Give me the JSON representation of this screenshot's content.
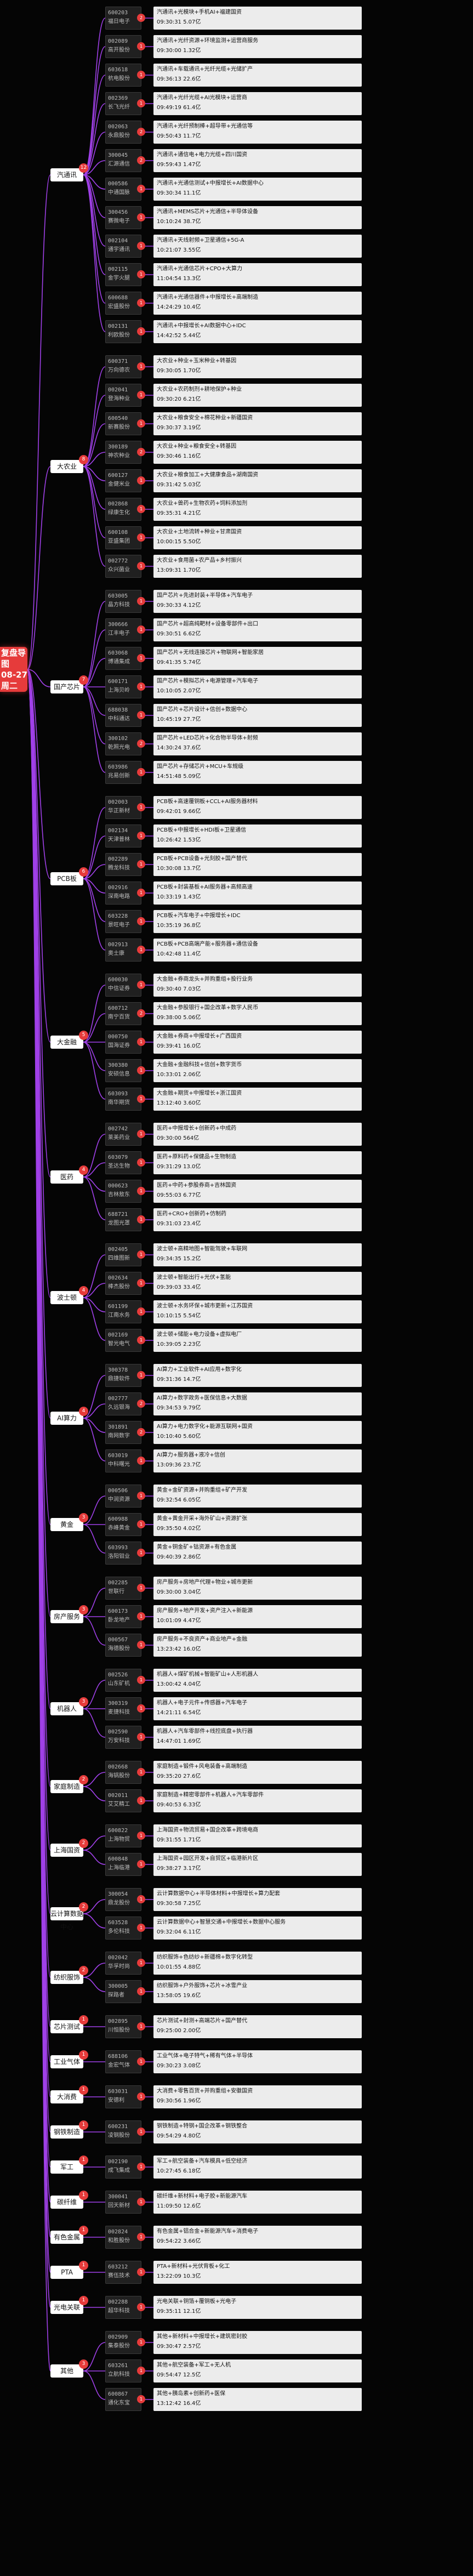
{
  "root": {
    "line1": "复盘导图",
    "line2": "08-27",
    "line3": "周二"
  },
  "categories": [
    {
      "name": "汽通讯",
      "count": "12",
      "stocks": [
        {
          "code": "600203",
          "name": "福日电子",
          "days": "2",
          "concept": "汽通讯+光模块+手机AI+福建国资",
          "meta": "09:30:31 5.07亿"
        },
        {
          "code": "002089",
          "name": "高开股份",
          "days": "1",
          "concept": "汽通讯+光纤资源+环境监测+运营商服务",
          "meta": "09:30:00 1.32亿"
        },
        {
          "code": "603618",
          "name": "杭电股份",
          "days": "1",
          "concept": "汽通讯+车载通讯+光纤光缆+光储扩产",
          "meta": "09:36:13 22.6亿"
        },
        {
          "code": "002369",
          "name": "长飞光纤",
          "days": "1",
          "concept": "汽通讯+光纤光缆+AI光模块+运营商",
          "meta": "09:49:19 61.4亿"
        },
        {
          "code": "002063",
          "name": "永鼎股份",
          "days": "2",
          "concept": "汽通讯+光纤预制棒+超导带+光通信等",
          "meta": "09:50:43 11.7亿"
        },
        {
          "code": "300045",
          "name": "汇源通信",
          "days": "2",
          "concept": "汽通讯+通信电+电力光缆+四川国资",
          "meta": "09:59:43 1.47亿"
        },
        {
          "code": "000586",
          "name": "中通国脉",
          "days": "1",
          "concept": "汽通讯+光通信测试+中报增长+AI数据中心",
          "meta": "09:30:34 11.1亿"
        },
        {
          "code": "300456",
          "name": "赛微电子",
          "days": "1",
          "concept": "汽通讯+MEMS芯片+光通信+半导体设备",
          "meta": "10:10:24 38.7亿"
        },
        {
          "code": "002104",
          "name": "通宇通讯",
          "days": "1",
          "concept": "汽通讯+天线射频+卫星通信+5G-A",
          "meta": "10:21:07 3.55亿"
        },
        {
          "code": "002115",
          "name": "金宇火腿",
          "days": "1",
          "concept": "汽通讯+光通信芯片+CPO+大算力",
          "meta": "11:04:54 13.3亿"
        },
        {
          "code": "600688",
          "name": "宏盛股份",
          "days": "1",
          "concept": "汽通讯+光通信器件+中报增长+高端制造",
          "meta": "14:24:29 10.4亿"
        },
        {
          "code": "002131",
          "name": "利欧股份",
          "days": "1",
          "concept": "汽通讯+中报增长+AI数据中心+IDC",
          "meta": "14:42:52 5.44亿"
        }
      ]
    },
    {
      "name": "大农业",
      "count": "8",
      "stocks": [
        {
          "code": "600371",
          "name": "万向德农",
          "days": "1",
          "concept": "大农业+种业+玉米种业+转基因",
          "meta": "09:30:05 1.70亿"
        },
        {
          "code": "002041",
          "name": "登海种业",
          "days": "1",
          "concept": "大农业+农药制剂+耕地保护+种业",
          "meta": "09:30:20 6.21亿"
        },
        {
          "code": "600540",
          "name": "新赛股份",
          "days": "1",
          "concept": "大农业+粮食安全+棉花种业+新疆国资",
          "meta": "09:30:37 3.19亿"
        },
        {
          "code": "300189",
          "name": "神农种业",
          "days": "2",
          "concept": "大农业+种业+粮食安全+转基因",
          "meta": "09:30:46 1.16亿"
        },
        {
          "code": "600127",
          "name": "金健米业",
          "days": "1",
          "concept": "大农业+粮食加工+大健康食品+湖南国资",
          "meta": "09:31:42 5.03亿"
        },
        {
          "code": "002868",
          "name": "绿康生化",
          "days": "1",
          "concept": "大农业+兽药+生物农药+饲料添加剂",
          "meta": "09:35:31 4.21亿"
        },
        {
          "code": "600108",
          "name": "亚盛集团",
          "days": "1",
          "concept": "大农业+土地流转+种业+甘肃国资",
          "meta": "10:00:15 5.50亿"
        },
        {
          "code": "002772",
          "name": "众兴菌业",
          "days": "1",
          "concept": "大农业+食用菌+农产品+乡村振兴",
          "meta": "13:09:31 1.70亿"
        }
      ]
    },
    {
      "name": "国产芯片",
      "count": "7",
      "stocks": [
        {
          "code": "603005",
          "name": "晶方科技",
          "days": "1",
          "concept": "国产芯片+先进封装+半导体+汽车电子",
          "meta": "09:30:33 4.12亿"
        },
        {
          "code": "300666",
          "name": "江丰电子",
          "days": "1",
          "concept": "国产芯片+超高纯靶材+设备零部件+出口",
          "meta": "09:30:51 6.62亿"
        },
        {
          "code": "603068",
          "name": "博通集成",
          "days": "1",
          "concept": "国产芯片+无线连接芯片+物联网+智能家居",
          "meta": "09:41:35 5.74亿"
        },
        {
          "code": "600171",
          "name": "上海贝岭",
          "days": "1",
          "concept": "国产芯片+模拟芯片+电源管理+汽车电子",
          "meta": "10:10:05 2.07亿"
        },
        {
          "code": "688038",
          "name": "中科通达",
          "days": "1",
          "concept": "国产芯片+芯片设计+信创+数据中心",
          "meta": "10:45:19 27.7亿"
        },
        {
          "code": "300102",
          "name": "乾照光电",
          "days": "2",
          "concept": "国产芯片+LED芯片+化合物半导体+射频",
          "meta": "14:30:24 37.6亿"
        },
        {
          "code": "603986",
          "name": "兆易创新",
          "days": "1",
          "concept": "国产芯片+存储芯片+MCU+车规级",
          "meta": "14:51:48 5.09亿"
        }
      ]
    },
    {
      "name": "PCB板",
      "count": "6",
      "stocks": [
        {
          "code": "002003",
          "name": "华正新材",
          "days": "1",
          "concept": "PCB板+高速覆铜板+CCL+AI服务器材料",
          "meta": "09:42:01 9.66亿"
        },
        {
          "code": "002134",
          "name": "天津普林",
          "days": "1",
          "concept": "PCB板+中报增长+HDI板+卫星通信",
          "meta": "10:26:42 1.53亿"
        },
        {
          "code": "002289",
          "name": "腾龙科技",
          "days": "1",
          "concept": "PCB板+PCB设备+光刻胶+国产替代",
          "meta": "10:30:08 13.7亿"
        },
        {
          "code": "002916",
          "name": "深南电路",
          "days": "1",
          "concept": "PCB板+封装基板+AI服务器+高频高速",
          "meta": "10:33:19 1.43亿"
        },
        {
          "code": "603228",
          "name": "景旺电子",
          "days": "1",
          "concept": "PCB板+汽车电子+中报增长+IDC",
          "meta": "10:35:19 36.8亿"
        },
        {
          "code": "002913",
          "name": "奥士康",
          "days": "1",
          "concept": "PCB板+PCB高端产能+服务器+通信设备",
          "meta": "10:42:48 11.4亿"
        }
      ]
    },
    {
      "name": "大金融",
      "count": "5",
      "stocks": [
        {
          "code": "600030",
          "name": "中信证券",
          "days": "1",
          "concept": "大金融+券商龙头+并购重组+投行业务",
          "meta": "09:30:40 7.03亿"
        },
        {
          "code": "600712",
          "name": "南宁百货",
          "days": "2",
          "concept": "大金融+参股银行+国企改革+数字人民币",
          "meta": "09:38:00 5.06亿"
        },
        {
          "code": "000750",
          "name": "国海证券",
          "days": "1",
          "concept": "大金融+券商+中报增长+广西国资",
          "meta": "09:39:41 16.0亿"
        },
        {
          "code": "300380",
          "name": "安硕信息",
          "days": "1",
          "concept": "大金融+金融科技+信创+数字货币",
          "meta": "10:33:01 2.06亿"
        },
        {
          "code": "603093",
          "name": "南华期货",
          "days": "1",
          "concept": "大金融+期货+中报增长+浙江国资",
          "meta": "13:12:40 3.60亿"
        }
      ]
    },
    {
      "name": "医药",
      "count": "4",
      "stocks": [
        {
          "code": "002742",
          "name": "莱美药业",
          "days": "1",
          "concept": "医药+中报增长+创新药+中成药",
          "meta": "09:30:00 564亿"
        },
        {
          "code": "603079",
          "name": "圣达生物",
          "days": "1",
          "concept": "医药+原料药+保健品+生物制造",
          "meta": "09:31:29 13.0亿"
        },
        {
          "code": "000623",
          "name": "吉林敖东",
          "days": "1",
          "concept": "医药+中药+参股券商+吉林国资",
          "meta": "09:55:03 6.77亿"
        },
        {
          "code": "688721",
          "name": "龙图光罩",
          "days": "1",
          "concept": "医药+CRO+创新药+仿制药",
          "meta": "09:31:03 23.4亿"
        }
      ]
    },
    {
      "name": "波士顿",
      "count": "4",
      "stocks": [
        {
          "code": "002405",
          "name": "四维图新",
          "days": "1",
          "concept": "波士顿+高精地图+智能驾驶+车联网",
          "meta": "09:34:35 15.2亿"
        },
        {
          "code": "002634",
          "name": "棒杰股份",
          "days": "1",
          "concept": "波士顿+智能出行+光伏+氢能",
          "meta": "09:39:03 33.4亿"
        },
        {
          "code": "601199",
          "name": "江南水务",
          "days": "1",
          "concept": "波士顿+水务环保+城市更新+江苏国资",
          "meta": "10:10:15 5.54亿"
        },
        {
          "code": "002169",
          "name": "智光电气",
          "days": "1",
          "concept": "波士顿+储能+电力设备+虚拟电厂",
          "meta": "10:39:05 2.23亿"
        }
      ]
    },
    {
      "name": "AI算力",
      "count": "4",
      "stocks": [
        {
          "code": "300378",
          "name": "鼎捷软件",
          "days": "1",
          "concept": "AI算力+工业软件+AI应用+数字化",
          "meta": "09:31:36 14.7亿"
        },
        {
          "code": "002777",
          "name": "久远银海",
          "days": "2",
          "concept": "AI算力+数字政务+医保信息+大数据",
          "meta": "09:34:53 9.79亿"
        },
        {
          "code": "301891",
          "name": "南网数字",
          "days": "2",
          "concept": "AI算力+电力数字化+能源互联网+国资",
          "meta": "10:10:40 5.60亿"
        },
        {
          "code": "603019",
          "name": "中科曙光",
          "days": "1",
          "concept": "AI算力+服务器+液冷+信创",
          "meta": "13:09:36 23.7亿"
        }
      ]
    },
    {
      "name": "黄金",
      "count": "3",
      "stocks": [
        {
          "code": "000506",
          "name": "中润资源",
          "days": "1",
          "concept": "黄金+金矿资源+并购重组+矿产开发",
          "meta": "09:32:54 6.05亿"
        },
        {
          "code": "600988",
          "name": "赤峰黄金",
          "days": "1",
          "concept": "黄金+黄金开采+海外矿山+资源扩张",
          "meta": "09:35:50 4.02亿"
        },
        {
          "code": "603993",
          "name": "洛阳钼业",
          "days": "1",
          "concept": "黄金+铜金矿+钴资源+有色金属",
          "meta": "09:40:39 2.86亿"
        }
      ]
    },
    {
      "name": "房产服务",
      "count": "3",
      "stocks": [
        {
          "code": "002285",
          "name": "世联行",
          "days": "1",
          "concept": "房产服务+房地产代理+物业+城市更新",
          "meta": "09:30:00 3.04亿"
        },
        {
          "code": "600173",
          "name": "卧龙地产",
          "days": "1",
          "concept": "房产服务+地产开发+资产注入+新能源",
          "meta": "10:01:09 4.47亿"
        },
        {
          "code": "000567",
          "name": "海德股份",
          "days": "1",
          "concept": "房产服务+不良资产+商业地产+金融",
          "meta": "13:23:42 16.0亿"
        }
      ]
    },
    {
      "name": "机器人",
      "count": "3",
      "stocks": [
        {
          "code": "002526",
          "name": "山东矿机",
          "days": "1",
          "concept": "机器人+煤矿机械+智能矿山+人形机器人",
          "meta": "13:00:42 4.04亿"
        },
        {
          "code": "300319",
          "name": "麦捷科技",
          "days": "1",
          "concept": "机器人+电子元件+传感器+汽车电子",
          "meta": "14:21:11 6.54亿"
        },
        {
          "code": "002590",
          "name": "万安科技",
          "days": "1",
          "concept": "机器人+汽车零部件+线控底盘+执行器",
          "meta": "14:47:01 1.69亿"
        }
      ]
    },
    {
      "name": "家庭制造",
      "count": "2",
      "stocks": [
        {
          "code": "002668",
          "name": "海锅股份",
          "days": "1",
          "concept": "家庭制造+锻件+风电装备+高端制造",
          "meta": "09:35:20 27.6亿"
        },
        {
          "code": "002011",
          "name": "艾艾精工",
          "days": "1",
          "concept": "家庭制造+精密零部件+机器人+汽车零部件",
          "meta": "09:40:53 6.33亿"
        }
      ]
    },
    {
      "name": "上海国资",
      "count": "2",
      "stocks": [
        {
          "code": "600822",
          "name": "上海物贸",
          "days": "1",
          "concept": "上海国资+物流贸易+国企改革+跨境电商",
          "meta": "09:31:55 1.71亿"
        },
        {
          "code": "600848",
          "name": "上海临港",
          "days": "1",
          "concept": "上海国资+园区开发+自贸区+临港新片区",
          "meta": "09:38:27 3.17亿"
        }
      ]
    },
    {
      "name": "云计算数据中心",
      "count": "2",
      "stocks": [
        {
          "code": "300054",
          "name": "鼎龙股份",
          "days": "1",
          "concept": "云计算数据中心+半导体材料+中报增长+算力配套",
          "meta": "09:30:58 7.25亿"
        },
        {
          "code": "603528",
          "name": "多伦科技",
          "days": "1",
          "concept": "云计算数据中心+智慧交通+中报增长+数据中心服务",
          "meta": "09:32:04 6.11亿"
        }
      ]
    },
    {
      "name": "纺织服饰",
      "count": "2",
      "stocks": [
        {
          "code": "002042",
          "name": "华孚时尚",
          "days": "1",
          "concept": "纺织服饰+色纺纱+新疆棉+数字化转型",
          "meta": "10:01:55 4.88亿"
        },
        {
          "code": "300005",
          "name": "探路者",
          "days": "1",
          "concept": "纺织服饰+户外服饰+芯片+冰雪产业",
          "meta": "13:58:05 19.6亿"
        }
      ]
    },
    {
      "name": "芯片测试",
      "count": "1",
      "stocks": [
        {
          "code": "002895",
          "name": "川恒股份",
          "days": "1",
          "concept": "芯片测试+封测+高端芯片+国产替代",
          "meta": "09:25:00 2.00亿"
        }
      ]
    },
    {
      "name": "工业气体",
      "count": "1",
      "stocks": [
        {
          "code": "688106",
          "name": "金宏气体",
          "days": "1",
          "concept": "工业气体+电子特气+稀有气体+半导体",
          "meta": "09:30:23 3.08亿"
        }
      ]
    },
    {
      "name": "大消费",
      "count": "1",
      "stocks": [
        {
          "code": "603031",
          "name": "安德利",
          "days": "1",
          "concept": "大消费+零售百货+并购重组+安徽国资",
          "meta": "09:30:56 1.96亿"
        }
      ]
    },
    {
      "name": "钢铁制造",
      "count": "1",
      "stocks": [
        {
          "code": "600231",
          "name": "凌钢股份",
          "days": "1",
          "concept": "钢铁制造+特钢+国企改革+钢铁整合",
          "meta": "09:54:29 4.80亿"
        }
      ]
    },
    {
      "name": "军工",
      "count": "1",
      "stocks": [
        {
          "code": "002190",
          "name": "成飞集成",
          "days": "1",
          "concept": "军工+航空装备+汽车模具+低空经济",
          "meta": "10:27:45 6.18亿"
        }
      ]
    },
    {
      "name": "碳纤维",
      "count": "1",
      "stocks": [
        {
          "code": "300041",
          "name": "回天新材",
          "days": "1",
          "concept": "碳纤维+新材料+电子胶+新能源汽车",
          "meta": "11:09:50 12.6亿"
        }
      ]
    },
    {
      "name": "有色金属",
      "count": "1",
      "stocks": [
        {
          "code": "002824",
          "name": "和胜股份",
          "days": "1",
          "concept": "有色金属+铝合金+新能源汽车+消费电子",
          "meta": "09:54:22 3.66亿"
        }
      ]
    },
    {
      "name": "PTA",
      "count": "1",
      "stocks": [
        {
          "code": "603212",
          "name": "赛伍技术",
          "days": "1",
          "concept": "PTA+新材料+光伏背板+化工",
          "meta": "13:22:09 10.3亿"
        }
      ]
    },
    {
      "name": "光电关联",
      "count": "1",
      "stocks": [
        {
          "code": "002288",
          "name": "超华科技",
          "days": "1",
          "concept": "光电关联+铜箔+覆铜板+光电子",
          "meta": "09:35:11 12.1亿"
        }
      ]
    },
    {
      "name": "其他",
      "count": "3",
      "stocks": [
        {
          "code": "002909",
          "name": "集泰股份",
          "days": "1",
          "concept": "其他+新材料+中报增长+建筑密封胶",
          "meta": "09:30:47 2.57亿"
        },
        {
          "code": "603261",
          "name": "立航科技",
          "days": "1",
          "concept": "其他+航空装备+军工+无人机",
          "meta": "09:54:47 12.5亿"
        },
        {
          "code": "600867",
          "name": "通化东宝",
          "days": "1",
          "concept": "其他+胰岛素+创新药+医保",
          "meta": "13:12:42 16.4亿"
        }
      ]
    }
  ],
  "colors": {
    "accent": "#e63b3b",
    "link": "#a040e8",
    "background": "#050505"
  }
}
